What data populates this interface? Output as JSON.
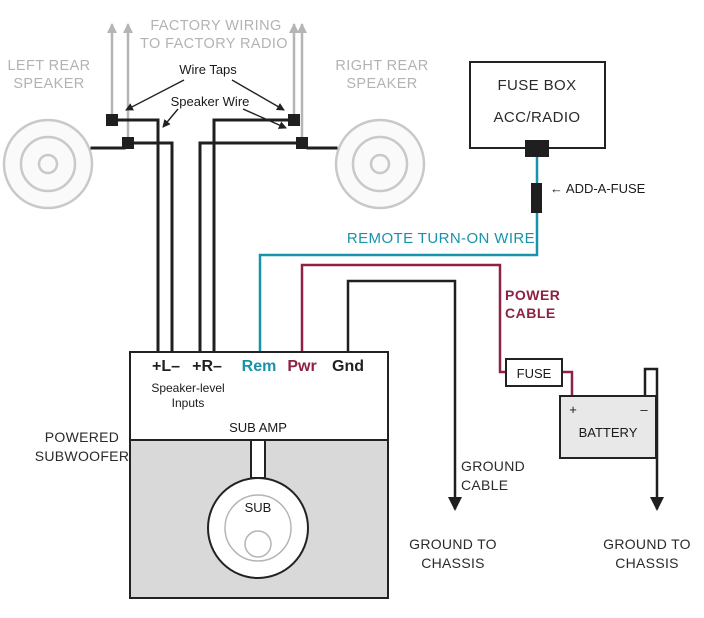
{
  "factory": {
    "wiring1": "FACTORY WIRING",
    "wiring2": "TO FACTORY RADIO",
    "left1": "LEFT REAR",
    "left2": "SPEAKER",
    "right1": "RIGHT REAR",
    "right2": "SPEAKER"
  },
  "callouts": {
    "wire_taps": "Wire Taps",
    "speaker_wire": "Speaker Wire",
    "add_a_fuse": "← ADD-A-FUSE",
    "remote": "REMOTE TURN-ON WIRE",
    "power1": "POWER",
    "power2": "CABLE",
    "ground_cable1": "GROUND",
    "ground_cable2": "CABLE",
    "chassis1": "GROUND TO",
    "chassis2": "CHASSIS"
  },
  "fusebox": {
    "title": "FUSE BOX",
    "circuit": "ACC/RADIO"
  },
  "amp": {
    "tL": "+L–",
    "tR": "+R–",
    "tRem": "Rem",
    "tPwr": "Pwr",
    "tGnd": "Gnd",
    "inputs1": "Speaker-level",
    "inputs2": "Inputs",
    "title": "SUB AMP"
  },
  "sub": {
    "label1": "POWERED",
    "label2": "SUBWOOFER",
    "driver": "SUB"
  },
  "inline_fuse": "FUSE",
  "battery": {
    "title": "BATTERY",
    "plus": "+",
    "minus": "–"
  },
  "colors": {
    "factory_gray": "#b3b3b3",
    "remote_teal": "#1794ab",
    "power_maroon": "#8e2242",
    "wire_black": "#1f1f1f",
    "enclosure_gray": "#d9d9d9",
    "battery_gray": "#e8e8e8"
  }
}
